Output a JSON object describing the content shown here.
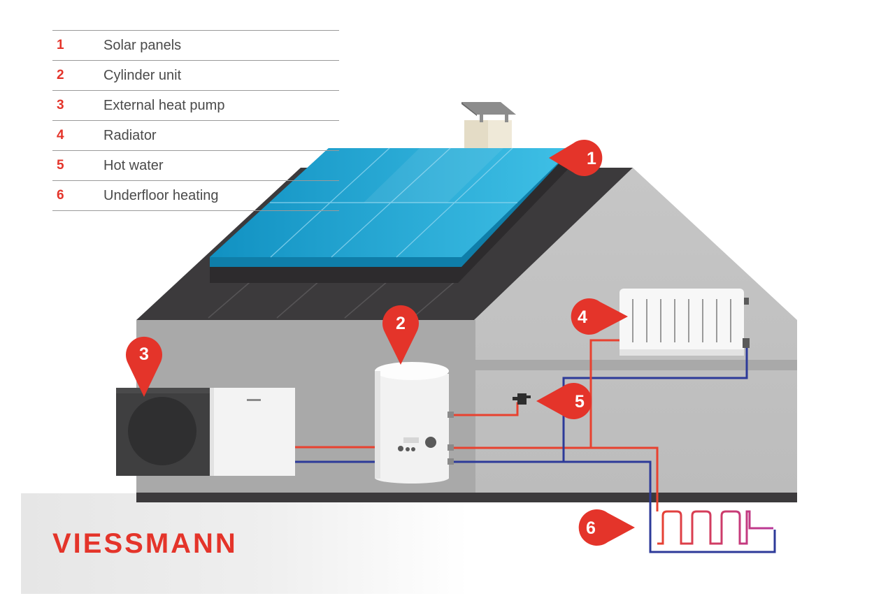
{
  "legend": [
    {
      "num": "1",
      "label": "Solar panels"
    },
    {
      "num": "2",
      "label": "Cylinder unit"
    },
    {
      "num": "3",
      "label": "External heat pump"
    },
    {
      "num": "4",
      "label": "Radiator"
    },
    {
      "num": "5",
      "label": "Hot water"
    },
    {
      "num": "6",
      "label": "Underfloor heating"
    }
  ],
  "markers": {
    "m1": "1",
    "m2": "2",
    "m3": "3",
    "m4": "4",
    "m5": "5",
    "m6": "6"
  },
  "logo": "VIESSMANN",
  "colors": {
    "accent_red": "#e4342a",
    "pipe_red": "#e8412f",
    "pipe_blue": "#2d3a99",
    "panel_blue": "#1fa7d6",
    "roof_dark": "#3c3a3c",
    "wall_grey": "#b7b7b7"
  }
}
